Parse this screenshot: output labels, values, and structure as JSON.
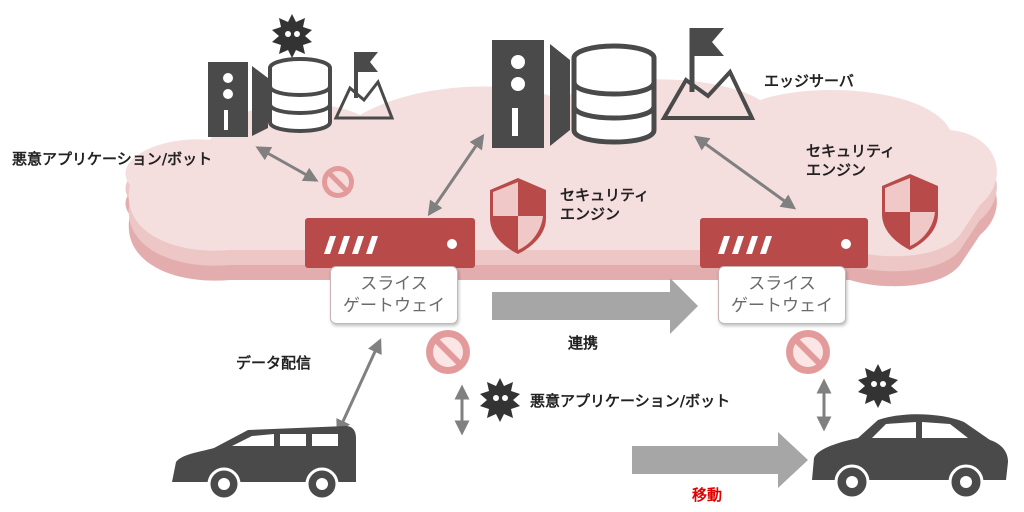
{
  "labels": {
    "edge_server": "エッジサーバ",
    "malicious_left": "悪意アプリケーション/ボット",
    "malicious_bottom": "悪意アプリケーション/ボット",
    "security_engine_left": [
      "セキュリティ",
      "エンジン"
    ],
    "security_engine_right": [
      "セキュリティ",
      "エンジン"
    ],
    "slice_gateway_left": [
      "スライス",
      "ゲートウェイ"
    ],
    "slice_gateway_right": [
      "スライス",
      "ゲートウェイ"
    ],
    "data_delivery": "データ配信",
    "cooperation": "連携",
    "movement": "移動"
  },
  "colors": {
    "cloud": "#f2dada",
    "cloud_layer": "#e8b9b9",
    "gateway": "#b84a4a",
    "block_sign": "#e39a9a",
    "server_dark": "#4a4a4a",
    "arrow_gray": "#a6a6a6",
    "movement_text": "#e00000"
  }
}
